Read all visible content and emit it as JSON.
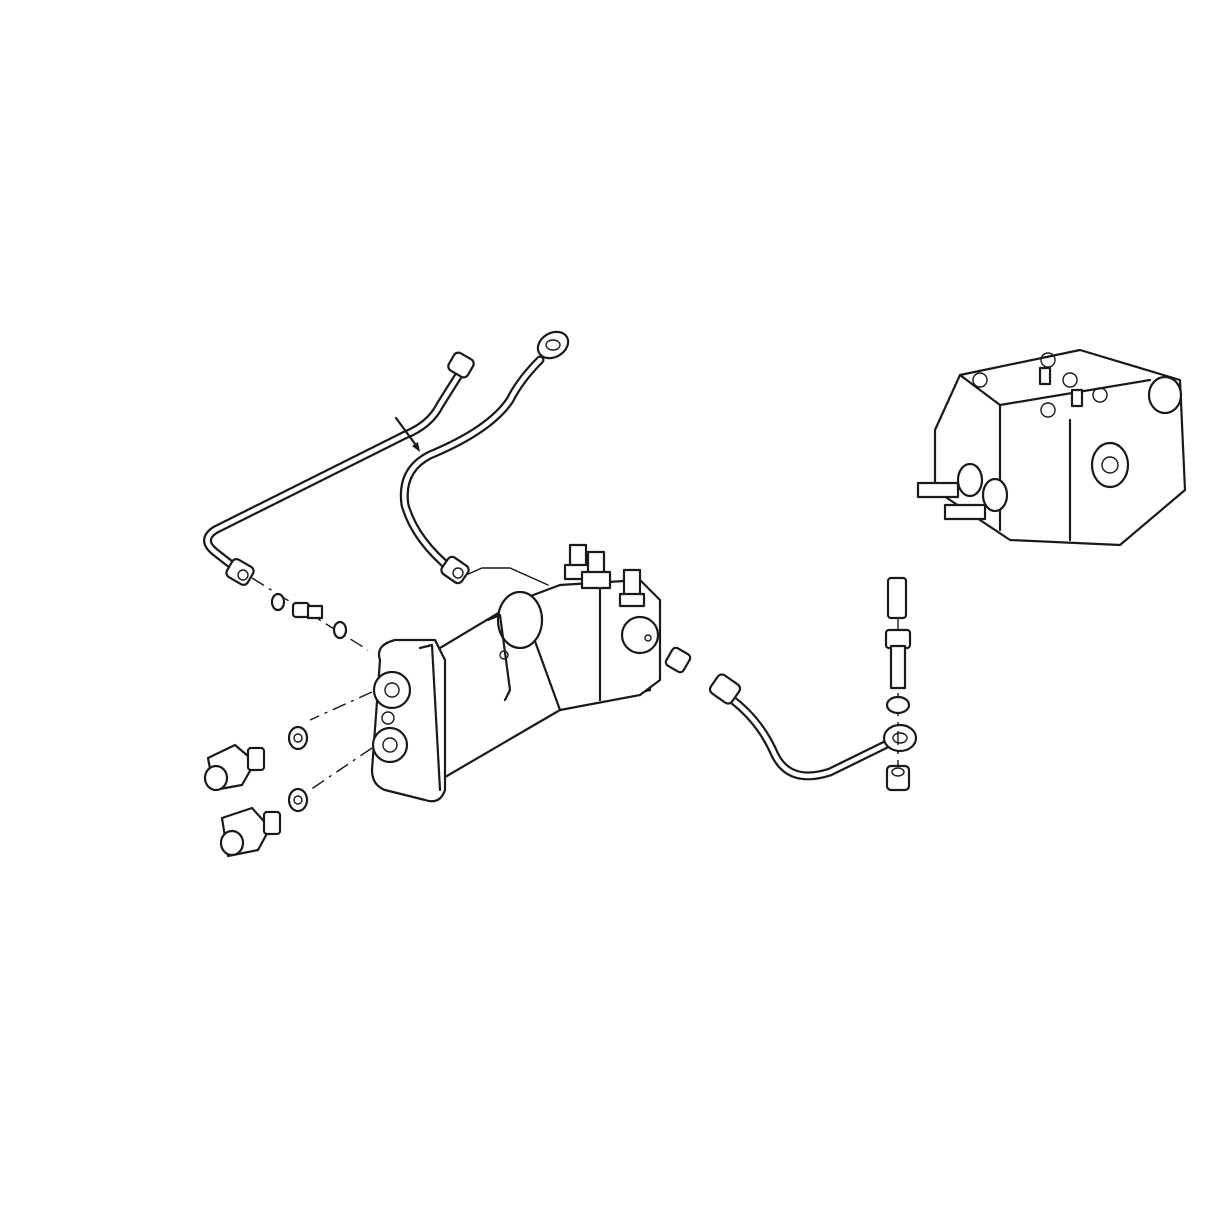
{
  "diagram": {
    "style": "exploded-view line drawing",
    "colors": {
      "line": "#1a1a1a",
      "background": "#ffffff"
    },
    "components": [
      "steering-cylinder",
      "rigid-pipe",
      "flexible-hose",
      "connectors",
      "sealing-washers",
      "banjo-bolt",
      "control-valve-inset"
    ]
  }
}
